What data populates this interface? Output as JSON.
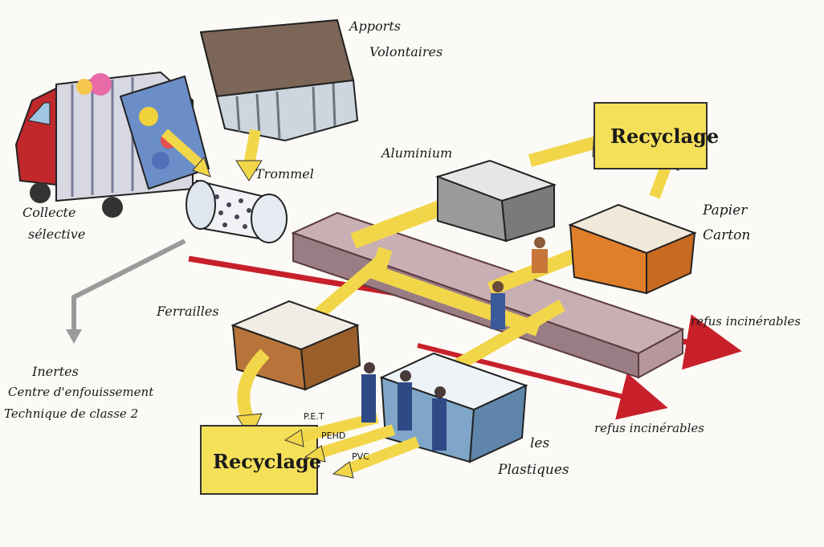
{
  "labels": {
    "apports": [
      "Apports",
      "Volontaires"
    ],
    "collecte": [
      "Collecte",
      "sélective"
    ],
    "trommel": "Trommel",
    "aluminium": "Aluminium",
    "recyclage_top": "Recyclage",
    "papier": [
      "Papier",
      "Carton"
    ],
    "ferrailles": "Ferrailles",
    "inertes": [
      "Inertes",
      "Centre d'enfouissement",
      "Technique de classe 2"
    ],
    "refus_1": "refus incinérables",
    "refus_2": "refus incinérables",
    "recyclage_bottom": "Recyclage",
    "pet": "P.E.T",
    "pehd": "PEHD",
    "pvc": "PVC",
    "plastiques": [
      "les",
      "Plastiques"
    ]
  },
  "colors": {
    "arrow_yellow": "#f2d64a",
    "box_yellow": "#f5e05a",
    "red_line": "#c8202a",
    "brown_bin": "#b8743a",
    "orange_bin": "#e07f2a",
    "gray_bin": "#8a8a8a",
    "truck_red": "#c0282c",
    "conveyor": "#b89aa0",
    "plastic_bin": "#7fa6c8"
  }
}
